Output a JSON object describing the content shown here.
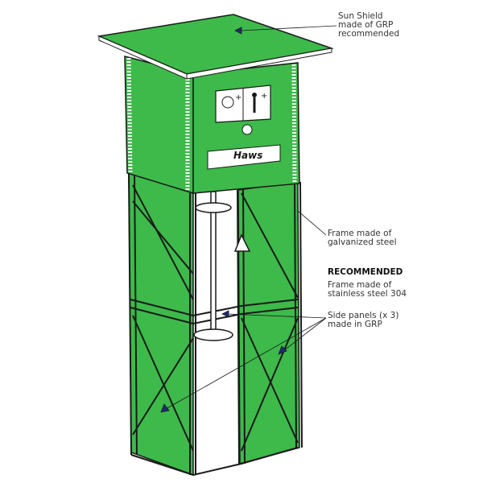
{
  "colors": {
    "panel": "#3dba4a",
    "outline": "#1a1a1a",
    "arrow": "#1f2a7a"
  },
  "labels": {
    "sun_shield": [
      "Sun Shield",
      "made of GRP",
      "recommended"
    ],
    "frame_galvanized": [
      "Frame made of",
      "galvanized steel"
    ],
    "recommended_heading": "RECOMMENDED",
    "frame_stainless": [
      "Frame made of",
      "stainless steel 304"
    ],
    "side_panels": [
      "Side panels (x 3)",
      "made in GRP"
    ]
  },
  "logo_text": "Haws"
}
